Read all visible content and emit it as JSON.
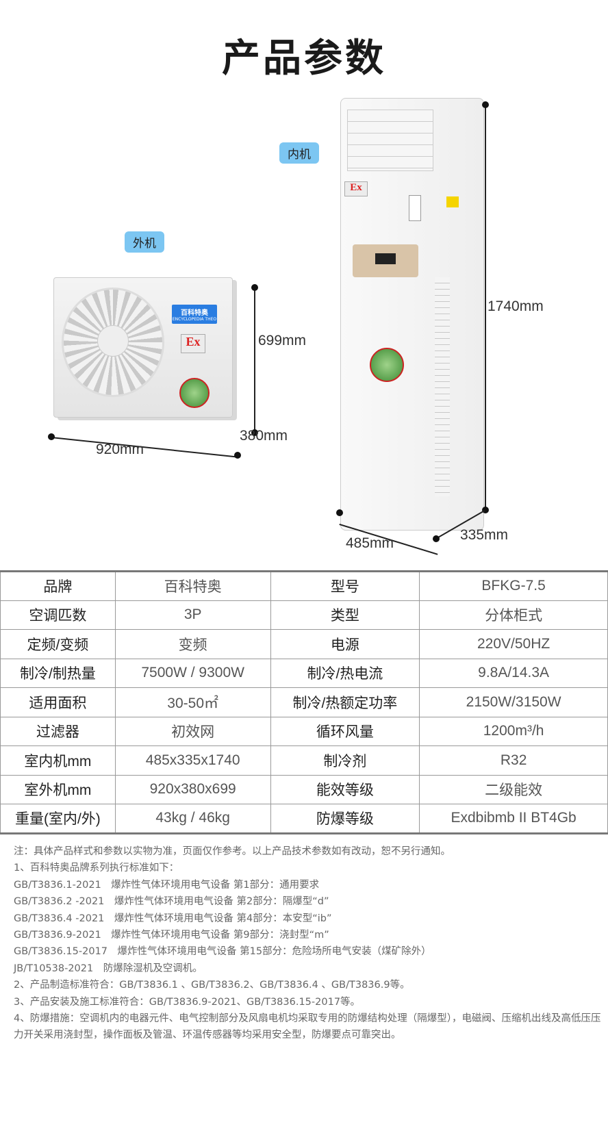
{
  "title": "产品参数",
  "labels": {
    "indoor": "内机",
    "outdoor": "外机"
  },
  "outdoor_unit": {
    "brand_cn": "百科特奥",
    "brand_en": "ENCYCLOPEDIA THEO",
    "ex_mark": "Ex",
    "width": "920mm",
    "depth": "380mm",
    "height": "699mm"
  },
  "indoor_unit": {
    "ex_mark": "Ex",
    "height": "1740mm",
    "width": "485mm",
    "depth": "335mm"
  },
  "specs": [
    {
      "k1": "品牌",
      "v1": "百科特奥",
      "k2": "型号",
      "v2": "BFKG-7.5"
    },
    {
      "k1": "空调匹数",
      "v1": "3P",
      "k2": "类型",
      "v2": "分体柜式"
    },
    {
      "k1": "定频/变频",
      "v1": "变频",
      "k2": "电源",
      "v2": "220V/50HZ"
    },
    {
      "k1": "制冷/制热量",
      "v1": "7500W / 9300W",
      "k2": "制冷/热电流",
      "v2": "9.8A/14.3A"
    },
    {
      "k1": "适用面积",
      "v1": "30-50㎡",
      "k2": "制冷/热额定功率",
      "v2": "2150W/3150W"
    },
    {
      "k1": "过滤器",
      "v1": "初效网",
      "k2": "循环风量",
      "v2": "1200m³/h"
    },
    {
      "k1": "室内机mm",
      "v1": "485x335x1740",
      "k2": "制冷剂",
      "v2": "R32"
    },
    {
      "k1": "室外机mm",
      "v1": "920x380x699",
      "k2": "能效等级",
      "v2": "二级能效"
    },
    {
      "k1": "重量(室内/外)",
      "v1": "43kg / 46kg",
      "k2": "防爆等级",
      "v2": "Exdbibmb II BT4Gb"
    }
  ],
  "notes": [
    "注：具体产品样式和参数以实物为准，页面仅作参考。以上产品技术参数如有改动，恕不另行通知。",
    "1、百科特奥品牌系列执行标准如下：",
    "GB/T3836.1-2021　爆炸性气体环境用电气设备 第1部分：通用要求",
    "GB/T3836.2 -2021　爆炸性气体环境用电气设备 第2部分：隔爆型“d”",
    "GB/T3836.4 -2021　爆炸性气体环境用电气设备 第4部分：本安型“ib”",
    "GB/T3836.9-2021　爆炸性气体环境用电气设备 第9部分：浇封型“m”",
    "GB/T3836.15-2017　爆炸性气体环境用电气设备 第15部分：危险场所电气安装（煤矿除外）",
    "JB/T10538-2021　防爆除湿机及空调机。",
    "2、产品制造标准符合：GB/T3836.1 、GB/T3836.2、GB/T3836.4 、GB/T3836.9等。",
    "3、产品安装及施工标准符合：GB/T3836.9-2021、GB/T3836.15-2017等。",
    "4、防爆措施：空调机内的电器元件、电气控制部分及风扇电机均采取专用的防爆结构处理（隔爆型），电磁阀、压缩机出线及高低压压力开关采用浇封型，操作面板及管温、环温传感器等均采用安全型，防爆要点可靠突出。"
  ]
}
